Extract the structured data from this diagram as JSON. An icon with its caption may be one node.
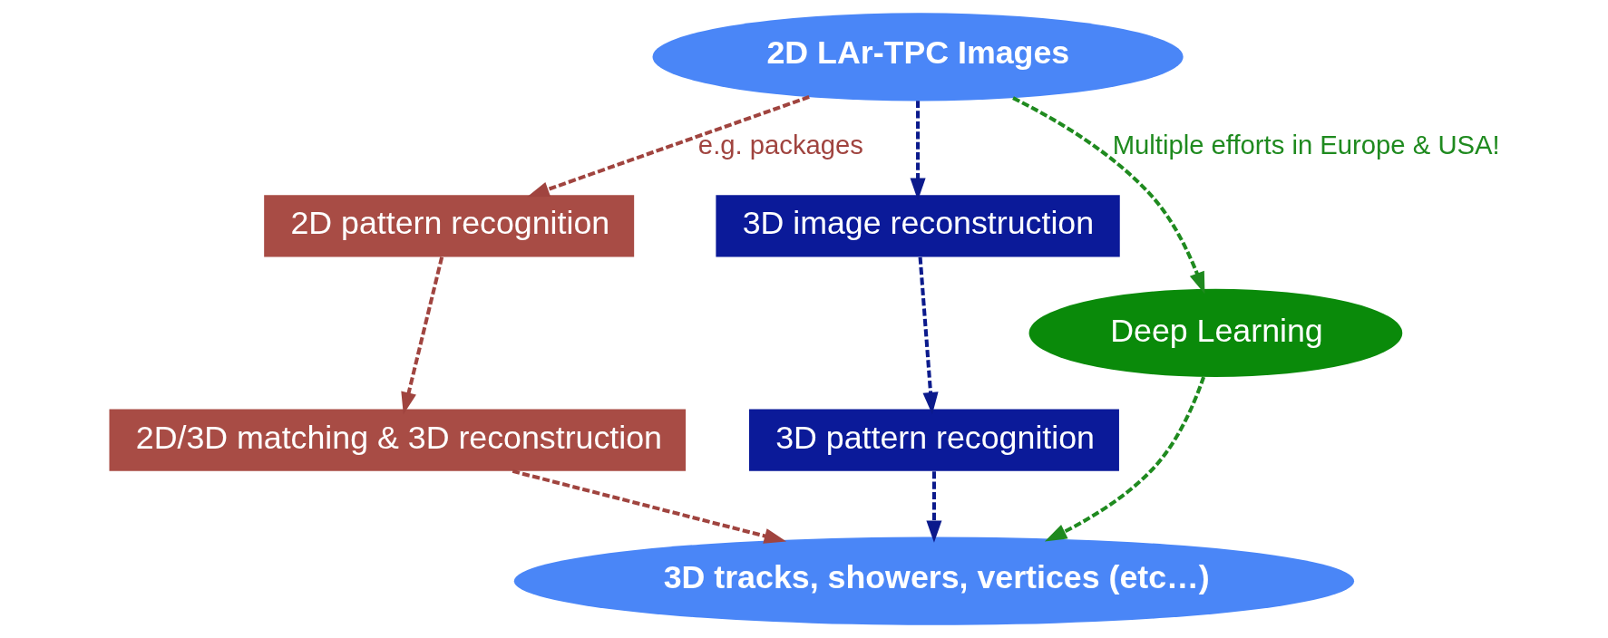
{
  "diagram": {
    "nodes": [
      {
        "text": [
          "2D LAr-TPC Images"
        ]
      },
      {
        "text": [
          "2D pattern recognition"
        ]
      },
      {
        "text": [
          "2D/3D matching & 3D reconstruction"
        ]
      },
      {
        "text": [
          "3D image reconstruction"
        ]
      },
      {
        "text": [
          "3D pattern recognition"
        ]
      },
      {
        "text": [
          "Deep Learning"
        ]
      },
      {
        "text": [
          "3D tracks, showers, vertices (etc…)"
        ]
      }
    ],
    "edges": [
      {
        "from": 0,
        "to": 1,
        "arrow": "to",
        "style": "dashed",
        "color": "#a0443f",
        "label": "e.g. packages"
      },
      {
        "from": 1,
        "to": 2,
        "arrow": "to",
        "style": "dashed",
        "color": "#a0443f"
      },
      {
        "from": 2,
        "to": 6,
        "arrow": "to",
        "style": "dashed",
        "color": "#a0443f"
      },
      {
        "from": 0,
        "to": 3,
        "arrow": "to",
        "style": "dashed",
        "color": "#0b1a8c"
      },
      {
        "from": 3,
        "to": 4,
        "arrow": "to",
        "style": "dashed",
        "color": "#0b1a8c"
      },
      {
        "from": 4,
        "to": 6,
        "arrow": "to",
        "style": "dashed",
        "color": "#0b1a8c"
      },
      {
        "from": 0,
        "to": 5,
        "arrow": "to",
        "style": "dashed",
        "color": "#1f8a1f",
        "label": "Multiple efforts in Europe & USA!"
      },
      {
        "from": 5,
        "to": 6,
        "arrow": "to",
        "style": "dashed",
        "color": "#1f8a1f"
      }
    ]
  }
}
